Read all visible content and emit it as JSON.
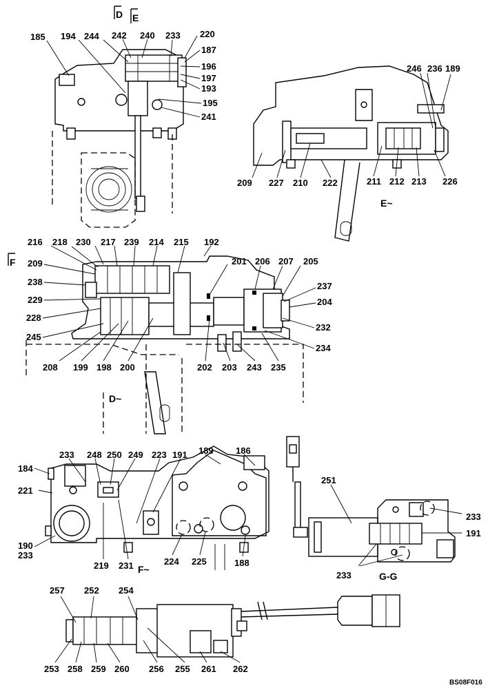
{
  "drawing_code": "BS08F016",
  "view_marks": {
    "d": "D",
    "e": "E",
    "f": "F"
  },
  "section_labels": {
    "d_view": "D~",
    "e_view": "E~",
    "f_view": "F~",
    "gg": "G-G"
  },
  "part_numbers": {
    "p185": "185",
    "p194": "194",
    "p244": "244",
    "p242": "242",
    "p240": "240",
    "p233_top": "233",
    "p220": "220",
    "p187": "187",
    "p196": "196",
    "p197": "197",
    "p193": "193",
    "p195": "195",
    "p241": "241",
    "p246": "246",
    "p236": "236",
    "p189_top": "189",
    "p209_e": "209",
    "p227": "227",
    "p210": "210",
    "p222": "222",
    "p211": "211",
    "p212": "212",
    "p213": "213",
    "p226": "226",
    "p216": "216",
    "p218": "218",
    "p230": "230",
    "p217": "217",
    "p239": "239",
    "p214": "214",
    "p215": "215",
    "p192": "192",
    "p201": "201",
    "p206": "206",
    "p207": "207",
    "p205": "205",
    "p209_d": "209",
    "p238": "238",
    "p237": "237",
    "p229": "229",
    "p204": "204",
    "p228": "228",
    "p232": "232",
    "p245": "245",
    "p234": "234",
    "p208": "208",
    "p199": "199",
    "p198": "198",
    "p200": "200",
    "p202": "202",
    "p203": "203",
    "p243": "243",
    "p235": "235",
    "p233_f": "233",
    "p248": "248",
    "p250": "250",
    "p249": "249",
    "p223": "223",
    "p191_f": "191",
    "p189_f": "189",
    "p186": "186",
    "p184": "184",
    "p221": "221",
    "p190": "190",
    "p233_f2": "233",
    "p219": "219",
    "p231": "231",
    "p224": "224",
    "p225": "225",
    "p188": "188",
    "p251": "251",
    "p233_g1": "233",
    "p191_g": "191",
    "p233_g2": "233",
    "p257": "257",
    "p252": "252",
    "p254": "254",
    "p253": "253",
    "p258": "258",
    "p259": "259",
    "p260": "260",
    "p256": "256",
    "p255": "255",
    "p261": "261",
    "p262": "262"
  }
}
